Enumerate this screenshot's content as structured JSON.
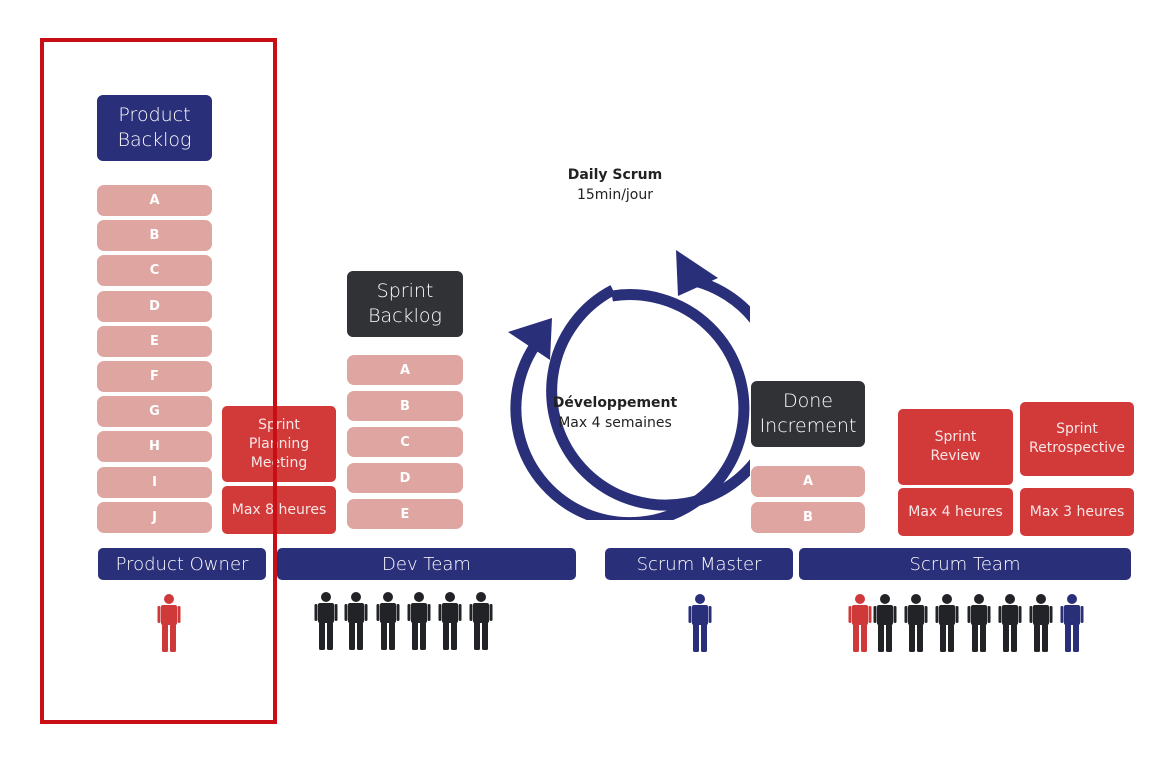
{
  "product_backlog": {
    "title": "Product\nBacklog",
    "items": [
      "A",
      "B",
      "C",
      "D",
      "E",
      "F",
      "G",
      "H",
      "I",
      "J"
    ]
  },
  "sprint_backlog": {
    "title": "Sprint\nBacklog",
    "items": [
      "A",
      "B",
      "C",
      "D",
      "E"
    ]
  },
  "sprint_planning": {
    "title": "Sprint\nPlanning\nMeeting",
    "duration": "Max 8 heures"
  },
  "loop": {
    "daily_title": "Daily Scrum",
    "daily_sub": "15min/jour",
    "dev_title": "Développement",
    "dev_sub": "Max 4 semaines"
  },
  "done_increment": {
    "title": "Done\nIncrement",
    "items": [
      "A",
      "B"
    ]
  },
  "sprint_review": {
    "title": "Sprint\nReview",
    "duration": "Max 4 heures"
  },
  "sprint_retro": {
    "title": "Sprint\nRetrospective",
    "duration": "Max 3 heures"
  },
  "roles": {
    "product_owner": "Product Owner",
    "dev_team": "Dev Team",
    "scrum_master": "Scrum Master",
    "scrum_team": "Scrum Team"
  },
  "colors": {
    "navy": "#2a2f7a",
    "dark": "#303236",
    "pink": "#dea5a1",
    "red": "#d23a3a",
    "person_red": "#d0393a",
    "person_dark": "#222326",
    "highlight": "#c80f16"
  }
}
